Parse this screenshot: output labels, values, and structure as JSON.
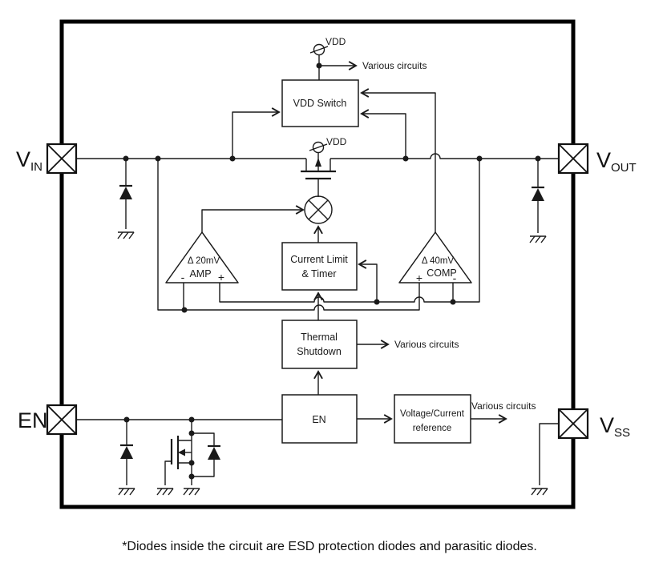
{
  "caption": "*Diodes inside the circuit are ESD protection diodes and parasitic diodes.",
  "pins": {
    "vin": {
      "main": "V",
      "sub": "IN"
    },
    "vout": {
      "main": "V",
      "sub": "OUT"
    },
    "en": {
      "main": "EN",
      "sub": ""
    },
    "vss": {
      "main": "V",
      "sub": "SS"
    }
  },
  "terminals": {
    "vdd_top": "VDD",
    "vdd_bulk": "VDD"
  },
  "blocks": {
    "vdd_switch": {
      "line1": "VDD Switch"
    },
    "current_limit": {
      "line1": "Current Limit",
      "line2": "& Timer"
    },
    "thermal": {
      "line1": "Thermal",
      "line2": "Shutdown"
    },
    "en": {
      "line1": "EN"
    },
    "reference": {
      "line1": "Voltage/Current",
      "line2": "reference"
    }
  },
  "comparators": {
    "amp": {
      "offset": "Δ 20mV",
      "name": "AMP",
      "left_sign": "-",
      "right_sign": "+"
    },
    "comp": {
      "offset": "Δ 40mV",
      "name": "COMP",
      "left_sign": "+",
      "right_sign": "-"
    }
  },
  "annotations": {
    "various_top": "Various circuits",
    "various_thermal": "Various circuits",
    "various_reference": "Various circuits"
  },
  "colors": {
    "line": "#1a1a1a",
    "border": "#000000",
    "background": "#ffffff"
  }
}
